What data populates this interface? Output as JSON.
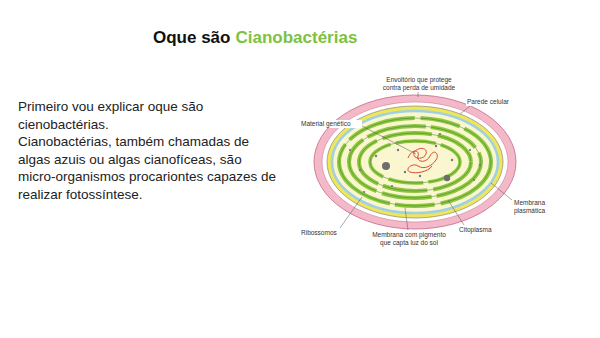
{
  "diagram": {
    "title": "Oque são",
    "labels": [
      "Cianobactérias",
      "Primeiro vou explicar oque são cienobactérias.",
      "Cianobactérias, também chamadas de algas azuis ou algas cianofíceas, são micro-organismos procariontes capazes de realizar fotossíntese.",
      "Envoltório que protege contra perda de umidade",
      "Parede celular",
      "Material genético",
      "Membrana plasmática",
      "Citoplasma",
      "Ribossomos",
      "Membrana com pigmento que capta luz do sol"
    ]
  }
}
